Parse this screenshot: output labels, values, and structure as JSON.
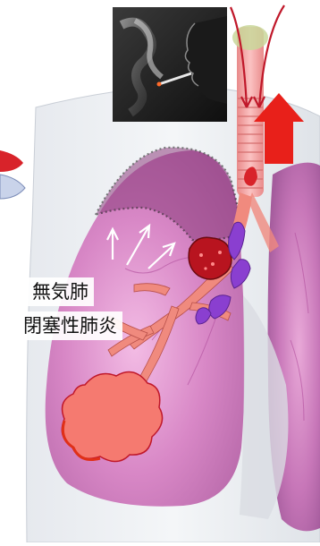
{
  "labels": {
    "atelectasis": "無気肺",
    "obstructive_pneumonia": "閉塞性肺炎"
  },
  "colors": {
    "lung_pink": "#c96fb4",
    "lung_light": "#e7a7d8",
    "airway": "#f08a7e",
    "tumor": "#c0182a",
    "lymph_node": "#8a3fd0",
    "arrow_red": "#e8201a",
    "mucus_plug": "#f57a70"
  },
  "icons": {
    "photo": "smoking-person-photo",
    "up_arrow": "large-red-up-arrow",
    "collapse_arrows": "white-expansion-arrows"
  }
}
